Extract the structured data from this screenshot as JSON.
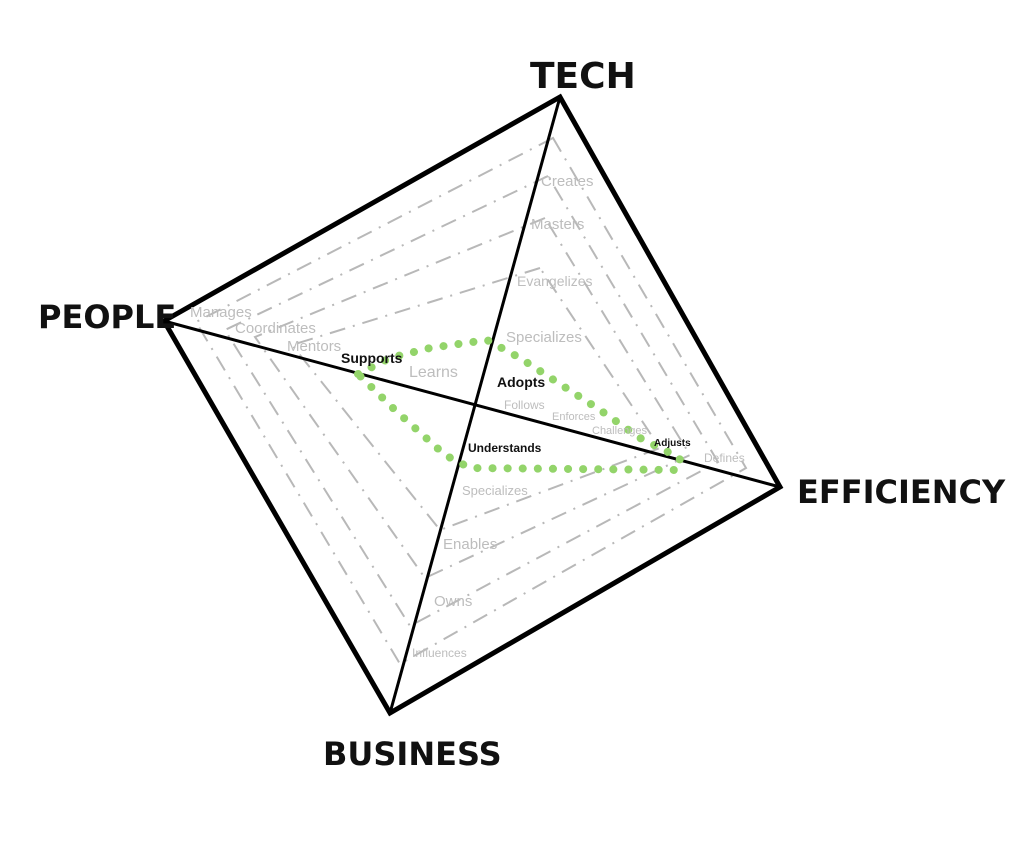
{
  "axes": {
    "tech": "TECH",
    "people": "PEOPLE",
    "efficiency": "EFFICIENCY",
    "business": "BUSINESS"
  },
  "levels": {
    "tech": [
      "Creates",
      "Masters",
      "Evangelizes",
      "Specializes"
    ],
    "people": [
      "Manages",
      "Coordinates",
      "Mentors",
      "Learns"
    ],
    "efficiency": [
      "Follows",
      "Enforces",
      "Challenges",
      "Defines"
    ],
    "business": [
      "Specializes",
      "Enables",
      "Owns",
      "Influences"
    ]
  },
  "current": {
    "people": "Supports",
    "tech": "Adopts",
    "efficiency": "Adjusts",
    "business": "Understands"
  },
  "colors": {
    "frame": "#000000",
    "grid": "#b8b8b8",
    "level_text": "#bdbdbd",
    "highlight": "#93d46a"
  }
}
